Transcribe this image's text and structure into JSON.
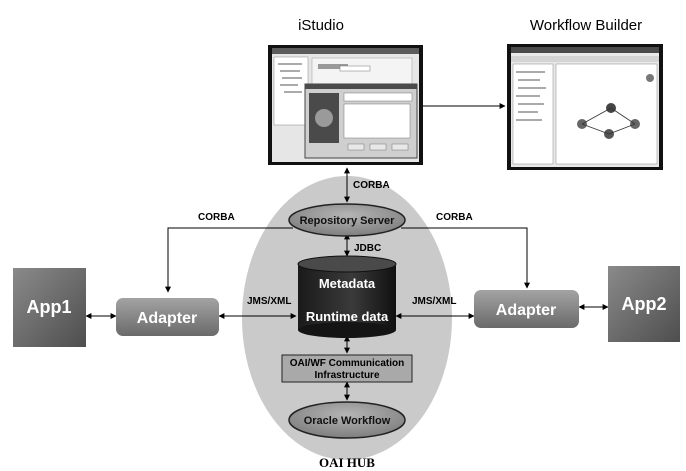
{
  "titles": {
    "istudio": "iStudio",
    "workflow_builder": "Workflow Builder"
  },
  "labels": {
    "corba_top": "CORBA",
    "corba_left": "CORBA",
    "corba_right": "CORBA",
    "jdbc": "JDBC",
    "jms_left": "JMS/XML",
    "jms_right": "JMS/XML"
  },
  "nodes": {
    "app1": "App1",
    "app2": "App2",
    "adapter_left": "Adapter",
    "adapter_right": "Adapter",
    "repository_server": "Repository Server",
    "metadata": "Metadata",
    "runtime_data": "Runtime data",
    "comm_line1": "OAI/WF Communication",
    "comm_line2": "Infrastructure",
    "oracle_workflow": "Oracle Workflow",
    "hub_label": "OAI HUB"
  },
  "colors": {
    "hub_fill": "#c9c9c9",
    "app_fill": "#6f6f6f",
    "adapter_fill": "#858585",
    "cylinder_fill": "#1f1f1f",
    "oval_fill": "#8a8a8a"
  }
}
